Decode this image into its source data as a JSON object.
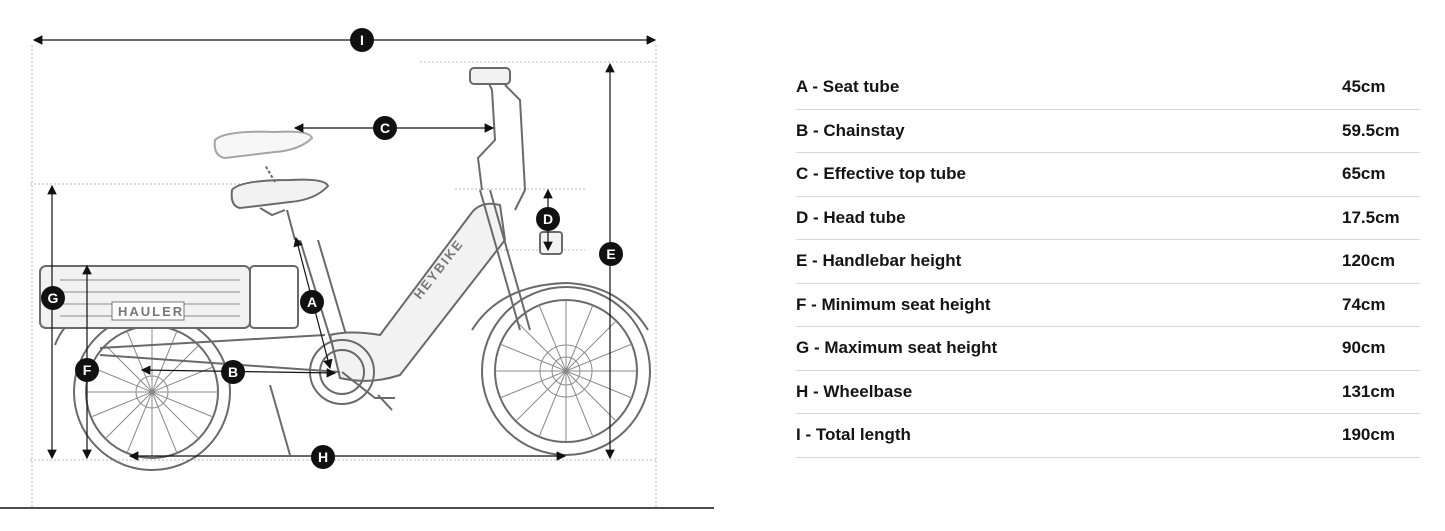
{
  "diagram": {
    "markers": [
      "A",
      "B",
      "C",
      "D",
      "E",
      "F",
      "G",
      "H",
      "I"
    ],
    "frame_brand": "HEYBIKE",
    "rack_brand": "HAULER"
  },
  "specs": [
    {
      "label": "A - Seat tube",
      "value": "45cm"
    },
    {
      "label": "B - Chainstay",
      "value": "59.5cm"
    },
    {
      "label": "C - Effective top tube",
      "value": "65cm"
    },
    {
      "label": "D - Head tube",
      "value": "17.5cm"
    },
    {
      "label": "E - Handlebar height",
      "value": "120cm"
    },
    {
      "label": "F - Minimum seat height",
      "value": "74cm"
    },
    {
      "label": "G - Maximum seat height",
      "value": "90cm"
    },
    {
      "label": "H - Wheelbase",
      "value": "131cm"
    },
    {
      "label": "I - Total length",
      "value": "190cm"
    }
  ]
}
